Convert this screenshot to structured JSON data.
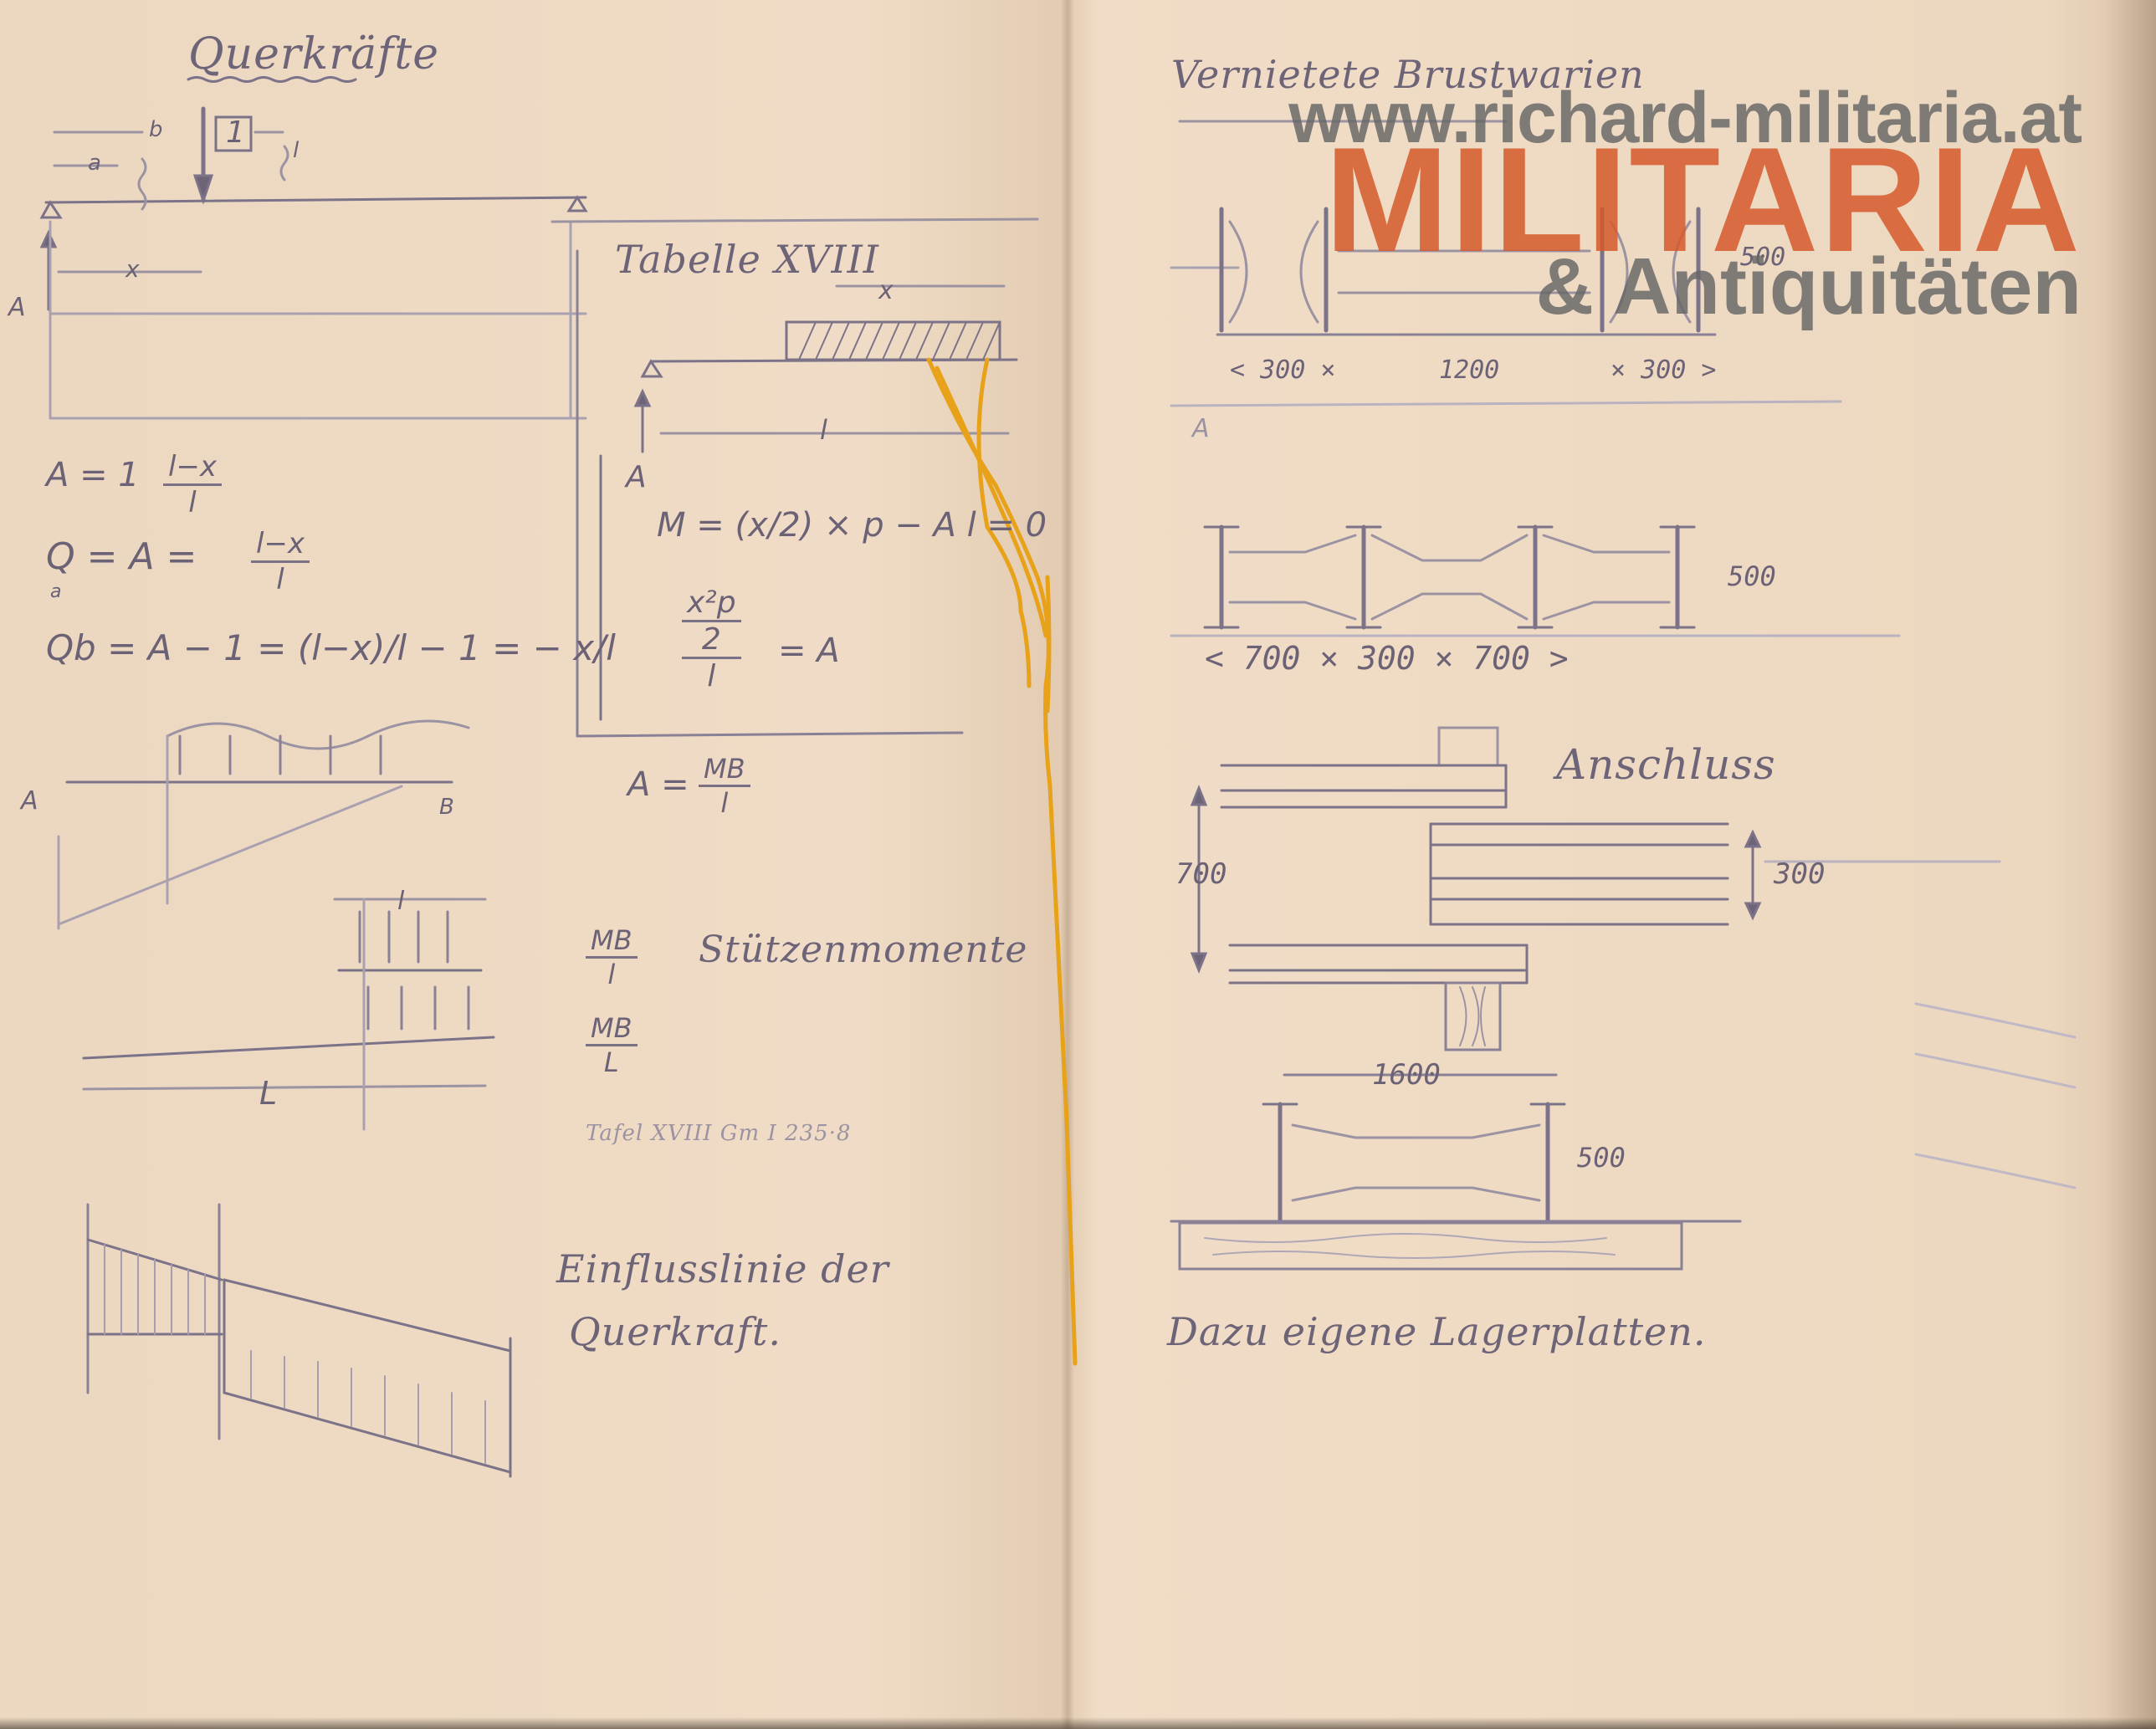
{
  "left_page": {
    "title": "Querkräfte",
    "load_label": "1",
    "load_dims": {
      "b": "b",
      "a": "a",
      "l": "l",
      "x": "x"
    },
    "support_label": "A",
    "formula_A": {
      "lhs": "A = 1",
      "num": "l−x",
      "den": "l"
    },
    "formula_Qa": {
      "lhs": "Q = A  =",
      "sub": "a",
      "num": "l−x",
      "den": "l"
    },
    "formula_Qb": "Qb = A − 1 = (l−x)/l − 1 = − x/l",
    "table_heading": "Tabelle XVIII",
    "table_x": "x",
    "table_l": "l",
    "table_A": "A",
    "moment_eq": "M = (x/2) × p − A l = 0",
    "moment_frac": {
      "num": "x²p",
      "mid": "2",
      "rhs": "= A",
      "den": "l"
    },
    "A_eq": {
      "lhs": "A =",
      "num": "MB",
      "den": "l"
    },
    "diag_A": "A",
    "diag_B": "B",
    "span_l": "l",
    "span_L": "L",
    "mb_frac1": {
      "num": "MB",
      "den": "l"
    },
    "mb_label": "Stützenmomente",
    "mb_frac2": {
      "num": "MB",
      "den": "L"
    },
    "table_ref": "Tafel XVIII   Gm  I  235·8",
    "influence_line": [
      "Einflusslinie der",
      "Querkraft."
    ]
  },
  "right_page": {
    "title": "Vernietete Brustwarien",
    "dims_row1": [
      "< 300 ×",
      "1200",
      "× 300 >"
    ],
    "dim_500_a": "500",
    "label_A": "A",
    "dims_row2": [
      "< 700 ×  300  × 700 >"
    ],
    "dim_500_b": "500",
    "connection_title": "Anschluss",
    "dim_700": "700",
    "dim_300": "300",
    "dim_1600": "1600",
    "dim_500_c": "500",
    "bottom_note": "Dazu eigene Lagerplatten."
  },
  "watermark": {
    "url": "www.richard-militaria.at",
    "main": "MILITARIA",
    "sub": "& Antiquitäten"
  },
  "colors": {
    "paper": "#ecd8c0",
    "pencil": "#6e6478",
    "thread": "#e8a21a",
    "watermark_orange": "#d65a2c",
    "watermark_gray": "#666666"
  }
}
